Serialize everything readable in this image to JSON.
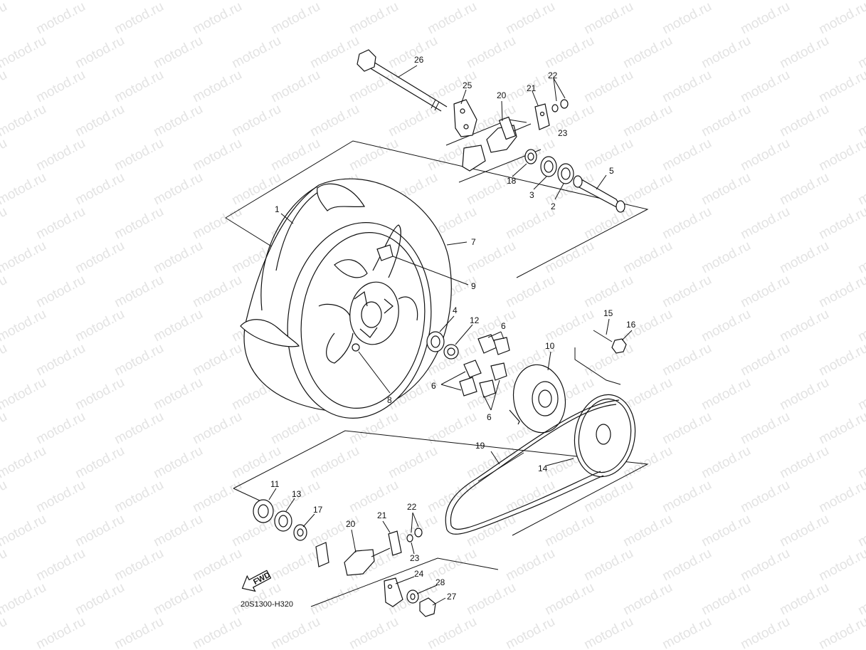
{
  "watermark": {
    "text": "motod.ru"
  },
  "diagram": {
    "code": "20S1300-H320",
    "fwd_label": "FWD",
    "callouts": {
      "c1": "1",
      "c2": "2",
      "c3": "3",
      "c4": "4",
      "c5": "5",
      "c6a": "6",
      "c6b": "6",
      "c6c": "6",
      "c7": "7",
      "c8": "8",
      "c9": "9",
      "c10": "10",
      "c11": "11",
      "c12": "12",
      "c13": "13",
      "c14": "14",
      "c15": "15",
      "c16": "16",
      "c17": "17",
      "c18": "18",
      "c19": "19",
      "c20a": "20",
      "c20b": "20",
      "c21a": "21",
      "c21b": "21",
      "c22a": "22",
      "c22b": "22",
      "c23a": "23",
      "c23b": "23",
      "c24": "24",
      "c25": "25",
      "c26": "26",
      "c27": "27",
      "c28": "28"
    }
  }
}
